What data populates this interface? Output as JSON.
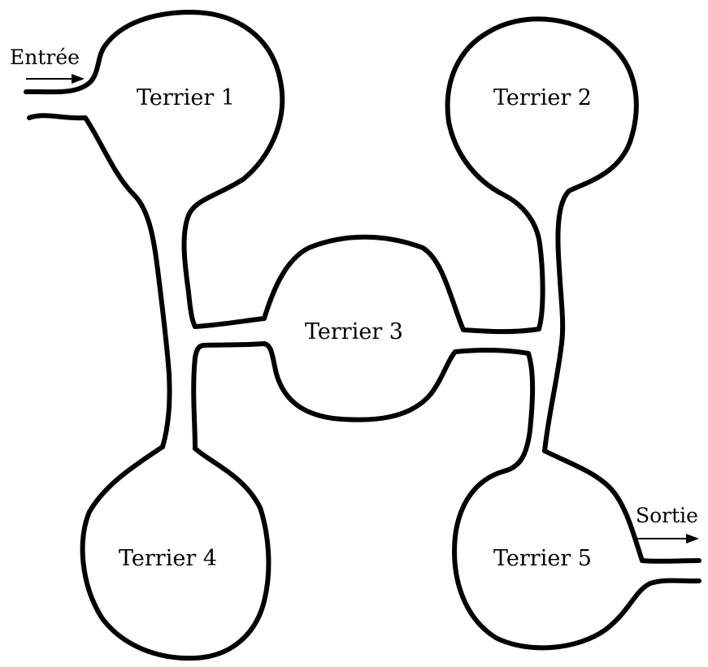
{
  "burrows": [
    {
      "id": "terrier-1",
      "label": "Terrier 1"
    },
    {
      "id": "terrier-2",
      "label": "Terrier 2"
    },
    {
      "id": "terrier-3",
      "label": "Terrier 3"
    },
    {
      "id": "terrier-4",
      "label": "Terrier 4"
    },
    {
      "id": "terrier-5",
      "label": "Terrier 5"
    }
  ],
  "entrance": {
    "label": "Entrée"
  },
  "exit": {
    "label": "Sortie"
  },
  "colors": {
    "stroke": "#000000",
    "background": "#ffffff"
  }
}
